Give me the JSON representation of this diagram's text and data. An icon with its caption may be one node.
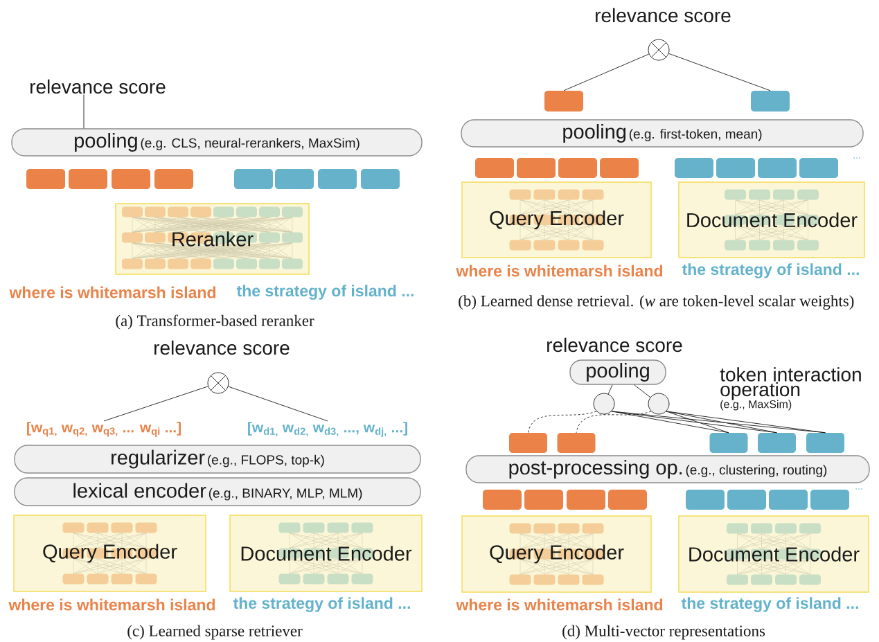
{
  "diagram": {
    "nodes": [
      {
        "text": [
          "relevance score"
        ]
      },
      {
        "text": [
          "pooling",
          "(e.g. CLS, neural-rerankers, MaxSim)"
        ]
      },
      {
        "text": [
          "Reranker"
        ]
      },
      {
        "text": [
          "relevance score"
        ]
      },
      {
        "text": [],
        "shape": "circle"
      },
      {
        "text": [],
        "shape": "bar"
      },
      {
        "text": [],
        "shape": "bar"
      },
      {
        "text": [
          "pooling",
          "(e.g. first-token, mean)"
        ]
      },
      {
        "text": [
          "Query Encoder"
        ]
      },
      {
        "text": [
          "Document Encoder"
        ]
      },
      {
        "text": [
          "relevance score"
        ]
      },
      {
        "text": [],
        "shape": "circle"
      },
      {
        "text": [
          "[w$_{q1,}$ w$_{q2,}$ w$_{q3,}$ ... w$_{qi}$ ...]"
        ]
      },
      {
        "text": [
          "[w$_{d1,}$ w$_{d2,}$ w$_{d3,}$ ..., w$_{dj,}$ ...]"
        ]
      },
      {
        "text": [
          "regularizer",
          "(e.g., FLOPS, top-k)"
        ]
      },
      {
        "text": [
          "lexical encoder",
          "(e.g., BINARY, MLP, MLM)"
        ]
      },
      {
        "text": [
          "Query Encoder"
        ]
      },
      {
        "text": [
          "Document Encoder"
        ]
      },
      {
        "text": [
          "relevance score"
        ]
      },
      {
        "text": [
          "pooling"
        ]
      },
      {
        "text": [],
        "shape": "circle"
      },
      {
        "text": [],
        "shape": "circle"
      },
      {
        "text": [],
        "shape": "bar"
      },
      {
        "text": [],
        "shape": "bar"
      },
      {
        "text": [],
        "shape": "bar"
      },
      {
        "text": [],
        "shape": "bar"
      },
      {
        "text": [],
        "shape": "bar"
      },
      {
        "text": [
          "post-processing op.",
          "(e.g., clustering, routing)"
        ]
      },
      {
        "text": [
          "Query Encoder"
        ]
      },
      {
        "text": [
          "Document Encoder"
        ]
      },
      {
        "text": [],
        "shape": "bar"
      },
      {
        "text": [],
        "shape": "bar"
      },
      {
        "text": [],
        "shape": "bar"
      },
      {
        "text": [],
        "shape": "bar"
      },
      {
        "text": [],
        "shape": "bar"
      },
      {
        "text": [],
        "shape": "bar"
      },
      {
        "text": [],
        "shape": "bar"
      },
      {
        "text": [],
        "shape": "bar"
      },
      {
        "text": [],
        "shape": "bar"
      },
      {
        "text": [],
        "shape": "bar"
      },
      {
        "text": [],
        "shape": "bar"
      },
      {
        "text": [],
        "shape": "bar"
      },
      {
        "text": [],
        "shape": "bar"
      },
      {
        "text": [],
        "shape": "bar"
      },
      {
        "text": [],
        "shape": "bar"
      },
      {
        "text": [],
        "shape": "bar"
      },
      {
        "text": [],
        "shape": "bar"
      },
      {
        "text": [],
        "shape": "bar"
      },
      {
        "text": [],
        "shape": "bar"
      },
      {
        "text": [],
        "shape": "bar"
      },
      {
        "text": [],
        "shape": "bar"
      },
      {
        "text": [],
        "shape": "bar"
      },
      {
        "text": [],
        "shape": "bar"
      },
      {
        "text": [],
        "shape": "bar"
      }
    ],
    "edges": [
      {
        "from": 0,
        "to": 1,
        "arrow": "none"
      },
      {
        "from": 4,
        "to": 5,
        "arrow": "none"
      },
      {
        "from": 4,
        "to": 6,
        "arrow": "none"
      },
      {
        "from": 11,
        "to": 12,
        "arrow": "none"
      },
      {
        "from": 11,
        "to": 13,
        "arrow": "none"
      },
      {
        "from": 19,
        "to": 20,
        "arrow": "none"
      },
      {
        "from": 19,
        "to": 21,
        "arrow": "none"
      },
      {
        "from": 20,
        "to": 22,
        "arrow": "none",
        "style": "dashed"
      },
      {
        "from": 21,
        "to": 23,
        "arrow": "none",
        "style": "dashed"
      },
      {
        "from": 20,
        "to": 24,
        "arrow": "none"
      },
      {
        "from": 20,
        "to": 25,
        "arrow": "none"
      },
      {
        "from": 20,
        "to": 26,
        "arrow": "none"
      },
      {
        "from": 21,
        "to": 24,
        "arrow": "none"
      },
      {
        "from": 21,
        "to": 25,
        "arrow": "none"
      },
      {
        "from": 21,
        "to": 26,
        "arrow": "none"
      }
    ],
    "labels": [
      "where is whitemarsh island",
      "the strategy of island ...",
      "(a) Transformer-based reranker",
      "...",
      "where is whitemarsh island",
      "the strategy of island ...",
      "(b) Learned dense retrieval. (*w* are token-level scalar weights)",
      "where is whitemarsh island",
      "the strategy of island ...",
      "(c) Learned sparse retriever",
      "token interaction operation",
      "(e.g., MaxSim)",
      "...",
      "where is whitemarsh island",
      "the strategy of island ...",
      "(d) Multi-vector representations"
    ]
  }
}
